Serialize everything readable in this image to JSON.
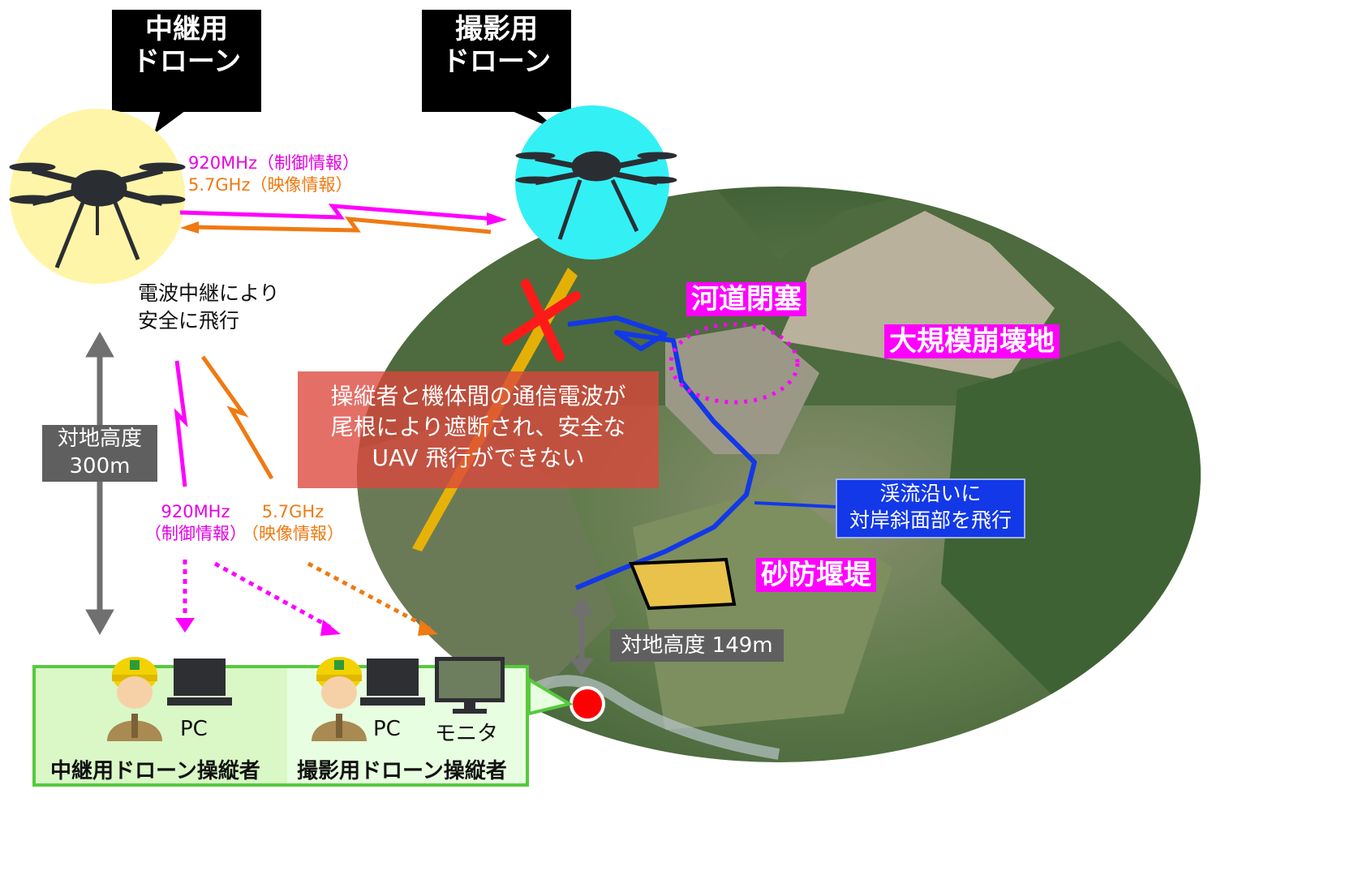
{
  "relay_drone": {
    "title_line1": "中継用",
    "title_line2": "ドローン"
  },
  "camera_drone": {
    "title_line1": "撮影用",
    "title_line2": "ドローン"
  },
  "air_link": {
    "freq_control": "920MHz（制御情報）",
    "freq_video": "5.7GHz（映像情報）"
  },
  "relay_note": {
    "line1": "電波中継により",
    "line2": "安全に飛行"
  },
  "ground_link": {
    "control_freq": "920MHz",
    "control_desc": "（制御情報）",
    "video_freq": "5.7GHz",
    "video_desc": "（映像情報）"
  },
  "altitude_relay": {
    "label": "対地高度",
    "value": "300m"
  },
  "altitude_camera": {
    "text": "対地高度 149m"
  },
  "warning": {
    "line1": "操縦者と機体間の通信電波が",
    "line2": "尾根により遮断され、安全な",
    "line3": "UAV 飛行ができない"
  },
  "site_labels": {
    "blockage": "河道閉塞",
    "landslide": "大規模崩壊地",
    "dam": "砂防堰堤"
  },
  "flight_path": {
    "line1": "渓流沿いに",
    "line2": "対岸斜面部を飛行"
  },
  "operators": {
    "pc_label_1": "PC",
    "pc_label_2": "PC",
    "monitor_label": "モニタ",
    "relay_operator": "中継用ドローン操縦者",
    "camera_operator": "撮影用ドローン操縦者"
  },
  "colors": {
    "magenta": "#ff00ff",
    "orange": "#ef7a11",
    "flight_path": "#1238e8",
    "relay_circle": "#fff5a8",
    "camera_circle": "#33f0f5",
    "operator_panel_border": "#57c93e"
  }
}
